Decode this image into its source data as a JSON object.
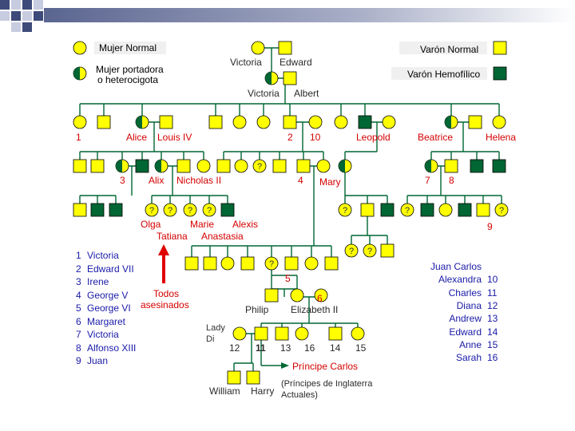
{
  "legend": {
    "mujer_normal": "Mujer Normal",
    "mujer_portadora_1": "Mujer portadora",
    "mujer_portadora_2": "o heterocigota",
    "varon_normal": "Varón Normal",
    "varon_hemofilico": "Varón Hemofílico"
  },
  "names": {
    "victoria": "Victoria",
    "edward": "Edward",
    "victoria2": "Victoria",
    "albert": "Albert",
    "n1": "1",
    "alice": "Alice",
    "louis": "Louis IV",
    "n2": "2",
    "n10": "10",
    "leopold": "Leopold",
    "beatrice": "Beatrice",
    "helena": "Helena",
    "n3": "3",
    "alix": "Alix",
    "nicholas": "Nicholas II",
    "n4": "4",
    "mary": "Mary",
    "n7": "7",
    "n8": "8",
    "olga": "Olga",
    "marie": "Marie",
    "alexis": "Alexis",
    "tatiana": "Tatiana",
    "anastasia": "Anastasia",
    "n9": "9",
    "n5": "5",
    "n6": "6",
    "philip": "Philip",
    "elizabeth": "Elizabeth II",
    "lady": "Lady",
    "di": "Di",
    "g12": "12",
    "g11": "11",
    "g13": "13",
    "g16": "16",
    "g14": "14",
    "g15": "15",
    "principe_carlos": "Príncipe Carlos",
    "william": "William",
    "harry": "Harry",
    "principes_1": "(Príncipes de Inglaterra",
    "principes_2": "Actuales)",
    "todos": "Todos",
    "asesinados": "asesinados"
  },
  "left_list": [
    {
      "num": "1",
      "name": "Victoria"
    },
    {
      "num": "2",
      "name": "Edward VII"
    },
    {
      "num": "3",
      "name": "Irene"
    },
    {
      "num": "4",
      "name": "George V"
    },
    {
      "num": "5",
      "name": "George VI"
    },
    {
      "num": "6",
      "name": "Margaret"
    },
    {
      "num": "7",
      "name": "Victoria"
    },
    {
      "num": "8",
      "name": "Alfonso XIII"
    },
    {
      "num": "9",
      "name": "Juan"
    }
  ],
  "right_list": [
    {
      "name": "Juan Carlos",
      "num": ""
    },
    {
      "name": "Alexandra",
      "num": "10"
    },
    {
      "name": "Charles",
      "num": "11"
    },
    {
      "name": "Diana",
      "num": "12"
    },
    {
      "name": "Andrew",
      "num": "13"
    },
    {
      "name": "Edward",
      "num": "14"
    },
    {
      "name": "Anne",
      "num": "15"
    },
    {
      "name": "Sarah",
      "num": "16"
    }
  ],
  "unknown_mark": "?",
  "colors": {
    "normal": "#ffff00",
    "hemophilic": "#006633",
    "line": "#006633",
    "arrow": "#e00000",
    "deco": "#4a5580"
  }
}
